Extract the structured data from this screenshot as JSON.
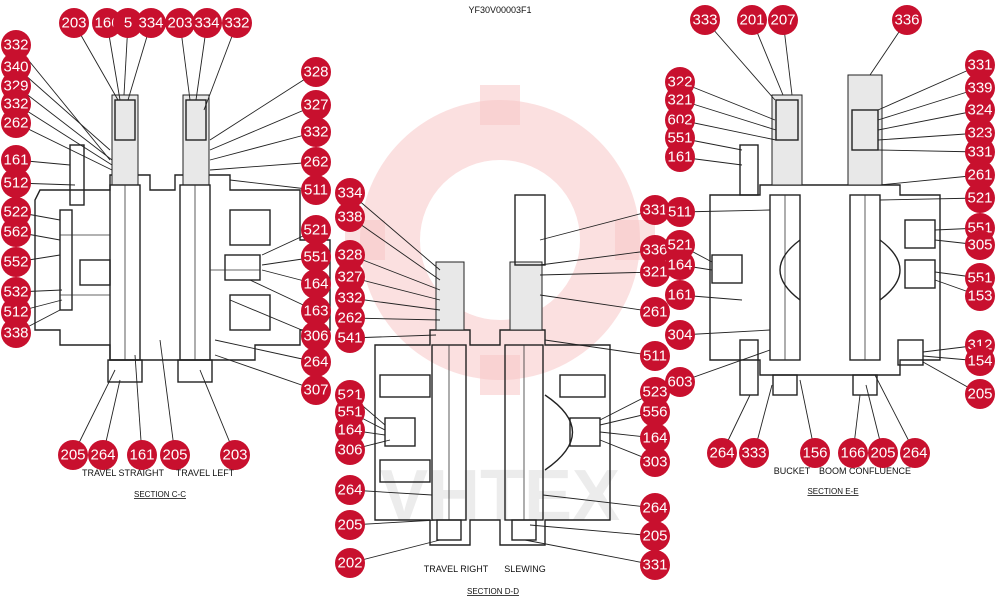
{
  "doc_id": "YF30V00003F1",
  "watermark": "VHTEX",
  "sections": [
    {
      "id": "c",
      "title": "SECTION  C-C",
      "captions": [
        "TRAVEL STRAIGHT",
        "TRAVEL LEFT"
      ]
    },
    {
      "id": "d",
      "title": "SECTION  D-D",
      "captions": [
        "TRAVEL RIGHT",
        "SLEWING"
      ]
    },
    {
      "id": "e",
      "title": "SECTION  E-E",
      "captions": [
        "BUCKET",
        "BOOM CONFLUENCE"
      ]
    }
  ],
  "callouts": [
    "203",
    "166",
    "5",
    "334",
    "203",
    "334",
    "332",
    "332",
    "340",
    "329",
    "332",
    "262",
    "161",
    "512",
    "522",
    "562",
    "552",
    "532",
    "512",
    "338",
    "328",
    "327",
    "332",
    "262",
    "511",
    "521",
    "551",
    "164",
    "163",
    "306",
    "264",
    "307",
    "205",
    "264",
    "161",
    "205",
    "203",
    "334",
    "338",
    "328",
    "327",
    "332",
    "262",
    "541",
    "521",
    "551",
    "164",
    "306",
    "264",
    "205",
    "202",
    "331",
    "336",
    "321",
    "261",
    "511",
    "523",
    "556",
    "164",
    "303",
    "264",
    "205",
    "331",
    "333",
    "201",
    "207",
    "336",
    "322",
    "321",
    "602",
    "551",
    "161",
    "511",
    "521",
    "164",
    "161",
    "304",
    "603",
    "264",
    "333",
    "331",
    "339",
    "324",
    "323",
    "331",
    "261",
    "521",
    "551",
    "305",
    "551",
    "153",
    "312",
    "154",
    "205",
    "156",
    "166",
    "205",
    "264"
  ]
}
